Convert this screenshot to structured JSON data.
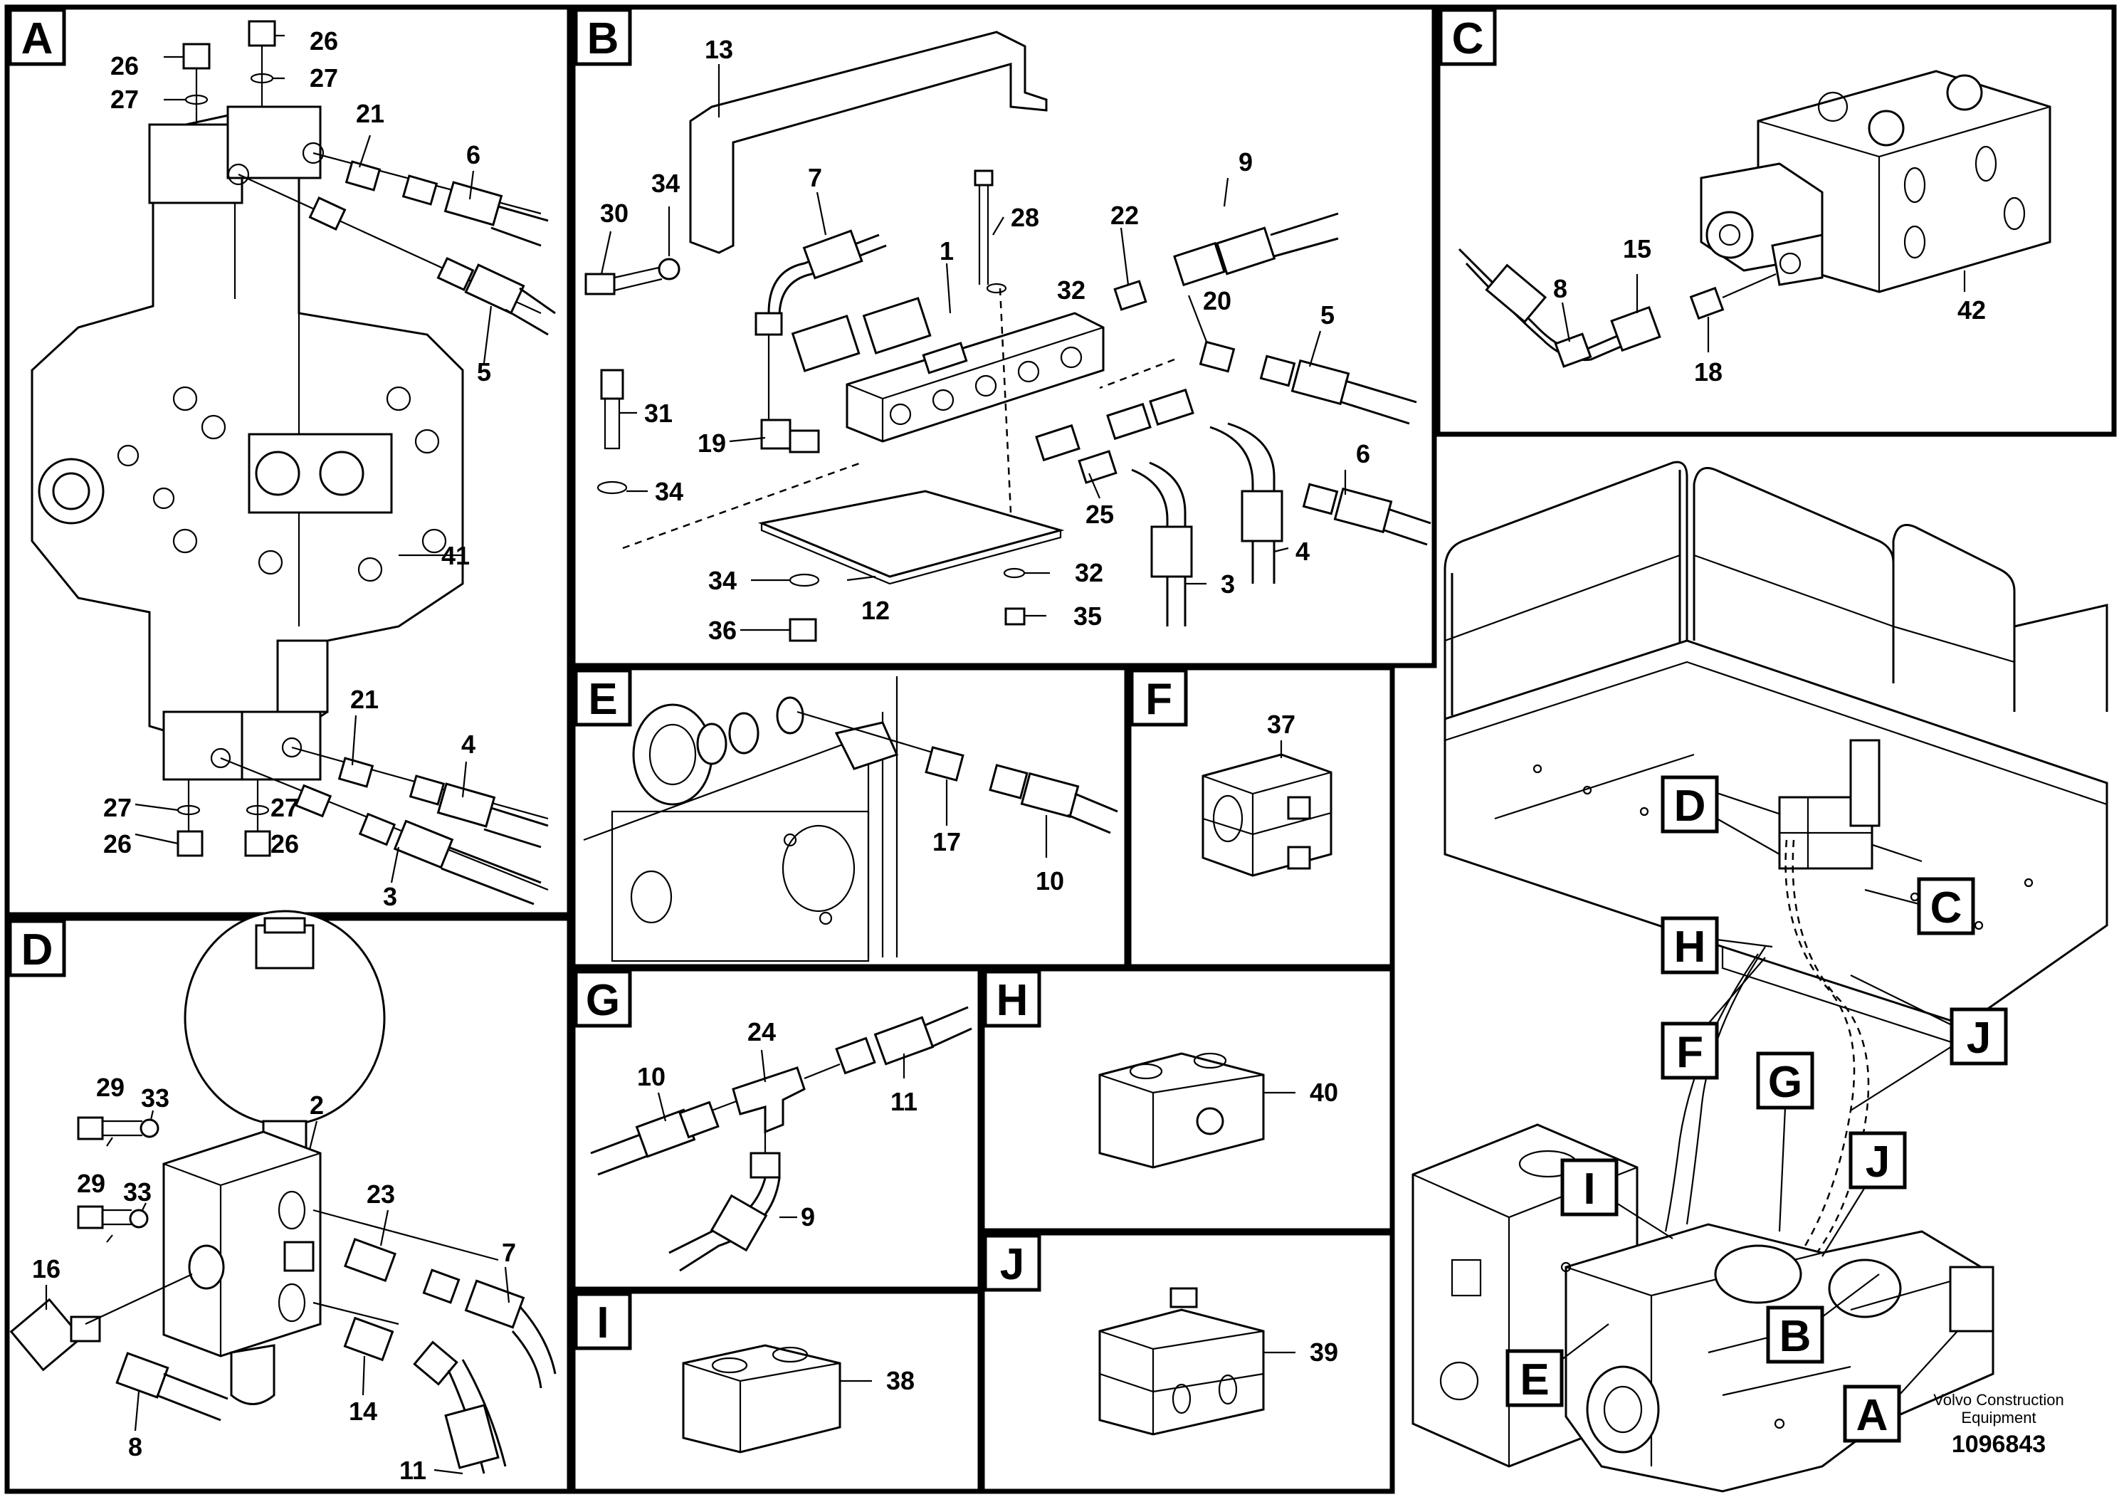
{
  "panels": [
    {
      "id": "A",
      "parts": [
        "26",
        "27",
        "26",
        "27",
        "21",
        "6",
        "5",
        "41",
        "21",
        "4",
        "27",
        "27",
        "26",
        "26",
        "3"
      ]
    },
    {
      "id": "B",
      "parts": [
        "13",
        "7",
        "34",
        "30",
        "1",
        "28",
        "22",
        "9",
        "32",
        "20",
        "5",
        "31",
        "19",
        "34",
        "25",
        "6",
        "4",
        "3",
        "34",
        "12",
        "32",
        "36",
        "35"
      ]
    },
    {
      "id": "C",
      "parts": [
        "8",
        "15",
        "18",
        "42"
      ]
    },
    {
      "id": "D",
      "parts": [
        "2",
        "29",
        "33",
        "29",
        "33",
        "23",
        "7",
        "16",
        "14",
        "8",
        "11"
      ]
    },
    {
      "id": "E",
      "parts": [
        "17",
        "10"
      ]
    },
    {
      "id": "F",
      "parts": [
        "37"
      ]
    },
    {
      "id": "G",
      "parts": [
        "24",
        "10",
        "11",
        "9"
      ]
    },
    {
      "id": "H",
      "parts": [
        "40"
      ]
    },
    {
      "id": "I",
      "parts": [
        "38"
      ]
    },
    {
      "id": "J",
      "parts": [
        "39"
      ]
    }
  ],
  "overview_callouts": [
    "D",
    "C",
    "H",
    "F",
    "J",
    "G",
    "J",
    "I",
    "B",
    "E",
    "A"
  ],
  "brand": {
    "line1": "Volvo Construction",
    "line2": "Equipment"
  },
  "reference_number": "1096843"
}
